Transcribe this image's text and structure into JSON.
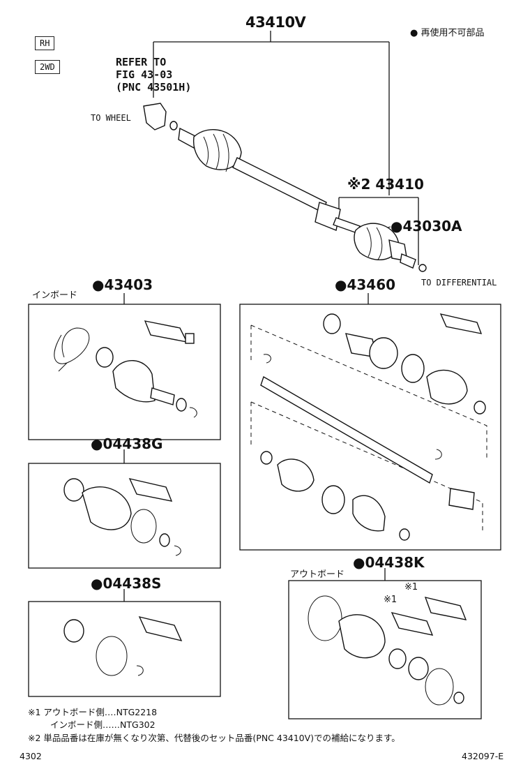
{
  "tags": {
    "side": "RH",
    "drive": "2WD"
  },
  "legend": {
    "text": "● 再使用不可部品"
  },
  "top_assembly": {
    "pnc": "43410V"
  },
  "refer": {
    "line1": "REFER TO",
    "line2": "FIG 43-03",
    "line3": "(PNC 43501H)"
  },
  "to_wheel": "TO WHEEL",
  "to_differential": "TO DIFFERENTIAL",
  "shaft": {
    "pnc": "※2 43410"
  },
  "inner_joint": {
    "pnc": "●43030A"
  },
  "kit_43403": {
    "pnc": "●43403",
    "label": "インボード"
  },
  "kit_43460": {
    "pnc": "●43460"
  },
  "kit_04438G": {
    "pnc": "●04438G"
  },
  "kit_04438S": {
    "pnc": "●04438S"
  },
  "kit_04438K": {
    "pnc": "●04438K",
    "label": "アウトボード",
    "mark1": "※1",
    "mark2": "※1"
  },
  "notes": {
    "n1a": "※1  アウトボード側‥‥NTG2218",
    "n1b": "インボード側‥‥‥NTG302",
    "n2": "※2  単品品番は在庫が無くなり次第、代替後のセット品番(PNC 43410V)での補給になります。"
  },
  "footer": {
    "left": "4302",
    "right": "432097-E"
  }
}
